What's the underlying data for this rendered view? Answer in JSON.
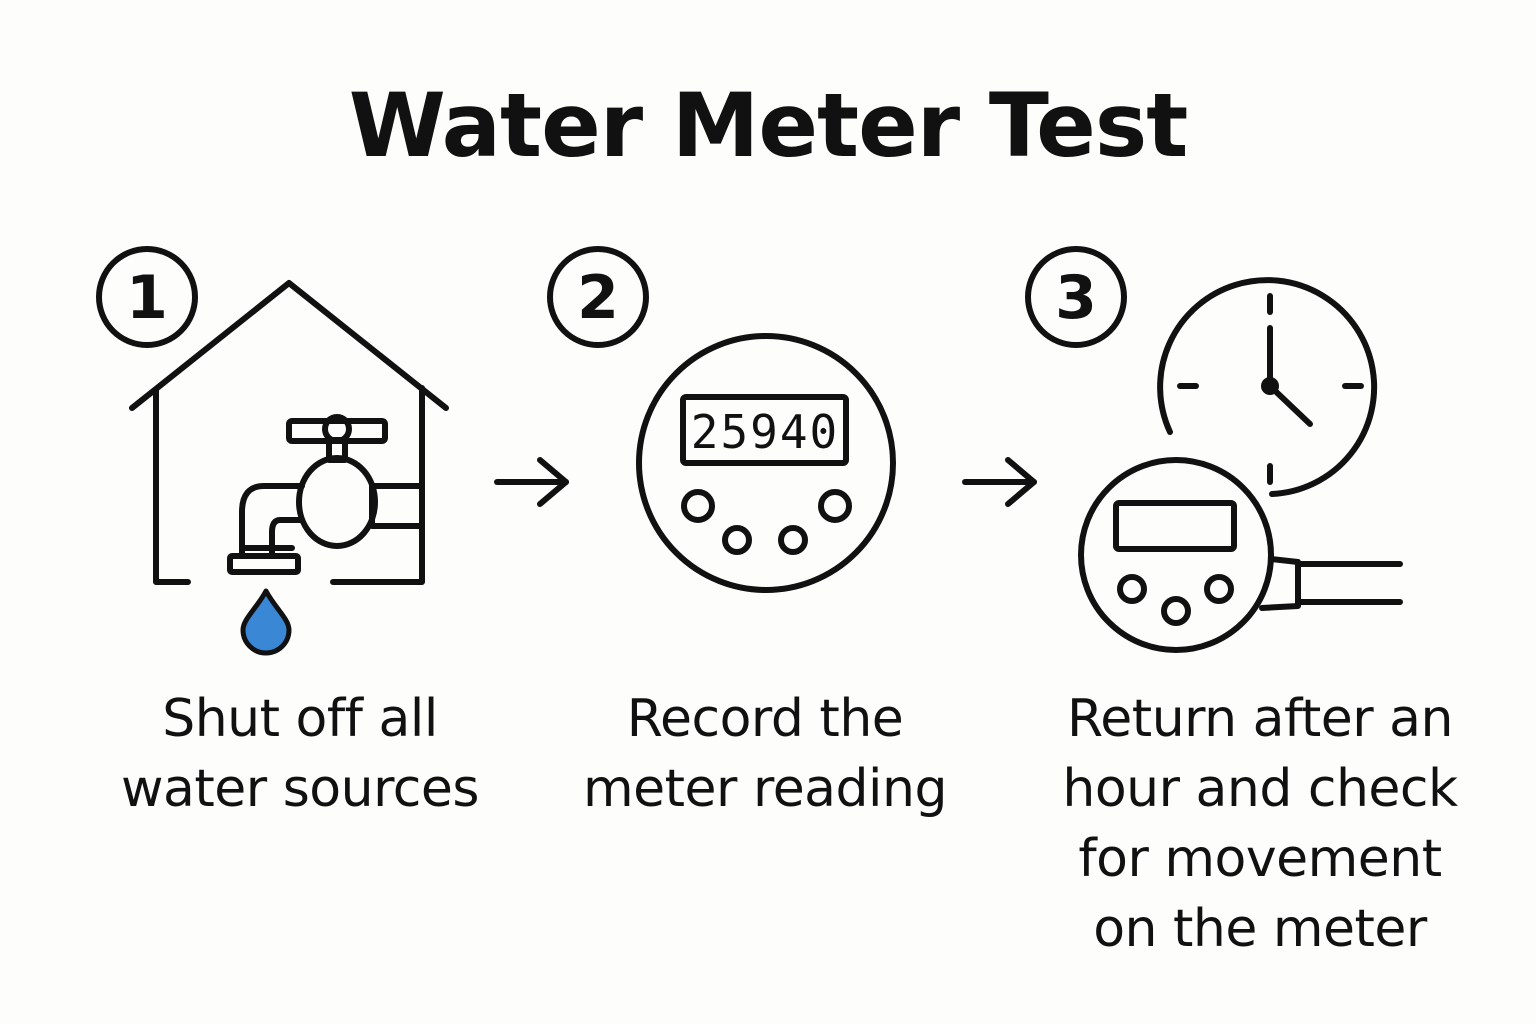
{
  "title": "Water Meter Test",
  "accent_color": "#3a87d6",
  "steps": [
    {
      "number": "1",
      "icon": "house-faucet-icon",
      "caption_lines": [
        "Shut off all",
        "water sources"
      ]
    },
    {
      "number": "2",
      "icon": "water-meter-icon",
      "meter_reading": "25940",
      "caption_lines": [
        "Record the",
        "meter reading"
      ]
    },
    {
      "number": "3",
      "icon": "clock-meter-icon",
      "caption_lines": [
        "Return after an",
        "hour and check",
        "for movement",
        "on the meter"
      ]
    }
  ]
}
